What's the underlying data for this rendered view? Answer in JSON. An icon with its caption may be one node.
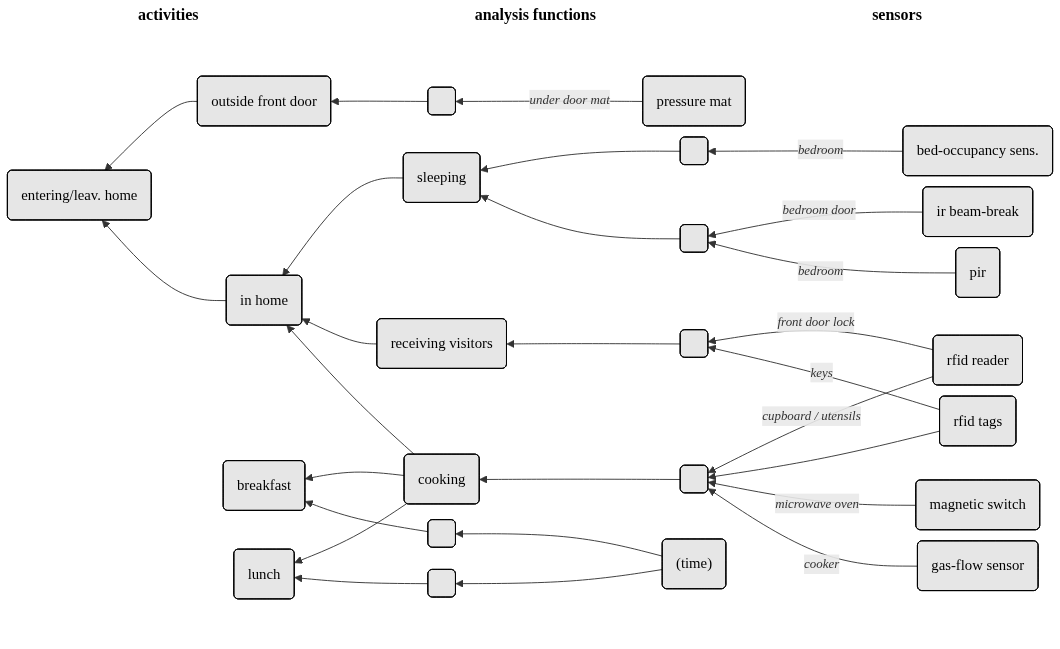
{
  "diagram": {
    "nodes": [
      {
        "text": [
          "entering/leav. home"
        ]
      },
      {
        "text": [
          "outside front door"
        ]
      },
      {
        "text": [
          "in home"
        ]
      },
      {
        "text": [
          "sleeping"
        ]
      },
      {
        "text": [
          "receiving visitors"
        ]
      },
      {
        "text": [
          "cooking"
        ]
      },
      {
        "text": [
          "breakfast"
        ]
      },
      {
        "text": [
          "lunch"
        ]
      },
      {
        "text": [],
        "shape": "box"
      },
      {
        "text": [],
        "shape": "box"
      },
      {
        "text": [],
        "shape": "box"
      },
      {
        "text": [],
        "shape": "box"
      },
      {
        "text": [],
        "shape": "box"
      },
      {
        "text": [],
        "shape": "box"
      },
      {
        "text": [],
        "shape": "box"
      },
      {
        "text": [
          "pressure mat"
        ]
      },
      {
        "text": [
          "bed-occupancy sens."
        ]
      },
      {
        "text": [
          "ir beam-break"
        ]
      },
      {
        "text": [
          "pir"
        ]
      },
      {
        "text": [
          "rfid reader"
        ]
      },
      {
        "text": [
          "rfid tags"
        ]
      },
      {
        "text": [
          "magnetic switch"
        ]
      },
      {
        "text": [
          "gas-flow sensor"
        ]
      },
      {
        "text": [
          "(time)"
        ]
      }
    ],
    "edges": [
      {
        "from": 1,
        "to": 0,
        "arrow": "to"
      },
      {
        "from": 2,
        "to": 0,
        "arrow": "to"
      },
      {
        "from": 8,
        "to": 1,
        "arrow": "to"
      },
      {
        "from": 15,
        "to": 8,
        "arrow": "to",
        "label": "under door mat"
      },
      {
        "from": 3,
        "to": 2,
        "arrow": "to"
      },
      {
        "from": 4,
        "to": 2,
        "arrow": "to"
      },
      {
        "from": 5,
        "to": 2,
        "arrow": "to"
      },
      {
        "from": 9,
        "to": 3,
        "arrow": "to"
      },
      {
        "from": 16,
        "to": 9,
        "arrow": "to",
        "label": "bedroom"
      },
      {
        "from": 10,
        "to": 3,
        "arrow": "to"
      },
      {
        "from": 17,
        "to": 10,
        "arrow": "to",
        "label": "bedroom door"
      },
      {
        "from": 18,
        "to": 10,
        "arrow": "to",
        "label": "bedroom"
      },
      {
        "from": 11,
        "to": 4,
        "arrow": "to"
      },
      {
        "from": 19,
        "to": 11,
        "arrow": "to",
        "label": "front door lock"
      },
      {
        "from": 20,
        "to": 11,
        "arrow": "to",
        "label": "keys"
      },
      {
        "from": 12,
        "to": 5,
        "arrow": "to"
      },
      {
        "from": 19,
        "to": 12,
        "arrow": "to",
        "label": "cupboard / utensils"
      },
      {
        "from": 20,
        "to": 12,
        "arrow": "to"
      },
      {
        "from": 21,
        "to": 12,
        "arrow": "to",
        "label": "microwave oven"
      },
      {
        "from": 22,
        "to": 12,
        "arrow": "to",
        "label": "cooker"
      },
      {
        "from": 5,
        "to": 6,
        "arrow": "to"
      },
      {
        "from": 5,
        "to": 7,
        "arrow": "to"
      },
      {
        "from": 13,
        "to": 6,
        "arrow": "to"
      },
      {
        "from": 14,
        "to": 7,
        "arrow": "to"
      },
      {
        "from": 23,
        "to": 13,
        "arrow": "to"
      },
      {
        "from": 23,
        "to": 14,
        "arrow": "to"
      }
    ],
    "labels": [
      "activities",
      "analysis functions",
      "sensors"
    ]
  }
}
